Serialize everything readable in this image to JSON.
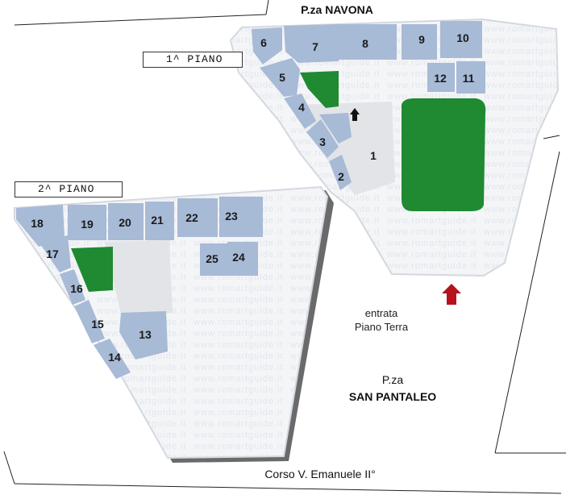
{
  "labels": {
    "navona": "P.za NAVONA",
    "floor1": "1^ PIANO",
    "floor2": "2^ PIANO",
    "entrance_line1": "entrata",
    "entrance_line2": "Piano Terra",
    "pantaleo_line1": "P.za",
    "pantaleo_line2": "SAN PANTALEO",
    "corso": "Corso V. Emanuele II°"
  },
  "watermark": "www.romartguide.it",
  "colors": {
    "room": "#a7bad6",
    "courtyard": "#1f8a32",
    "building": "#f4f5f7",
    "outline": "#d3d7de",
    "entrance_arrow": "#b5121b",
    "stair_arrow": "#111111",
    "shadow": "#555555"
  },
  "rooms": [
    {
      "id": "1",
      "label": "1"
    },
    {
      "id": "2",
      "label": "2"
    },
    {
      "id": "3",
      "label": "3"
    },
    {
      "id": "4",
      "label": "4"
    },
    {
      "id": "5",
      "label": "5"
    },
    {
      "id": "6",
      "label": "6"
    },
    {
      "id": "7",
      "label": "7"
    },
    {
      "id": "8",
      "label": "8"
    },
    {
      "id": "9",
      "label": "9"
    },
    {
      "id": "10",
      "label": "10"
    },
    {
      "id": "11",
      "label": "11"
    },
    {
      "id": "12",
      "label": "12"
    },
    {
      "id": "13",
      "label": "13"
    },
    {
      "id": "14",
      "label": "14"
    },
    {
      "id": "15",
      "label": "15"
    },
    {
      "id": "16",
      "label": "16"
    },
    {
      "id": "17",
      "label": "17"
    },
    {
      "id": "18",
      "label": "18"
    },
    {
      "id": "19",
      "label": "19"
    },
    {
      "id": "20",
      "label": "20"
    },
    {
      "id": "21",
      "label": "21"
    },
    {
      "id": "22",
      "label": "22"
    },
    {
      "id": "23",
      "label": "23"
    },
    {
      "id": "24",
      "label": "24"
    },
    {
      "id": "25",
      "label": "25"
    }
  ]
}
